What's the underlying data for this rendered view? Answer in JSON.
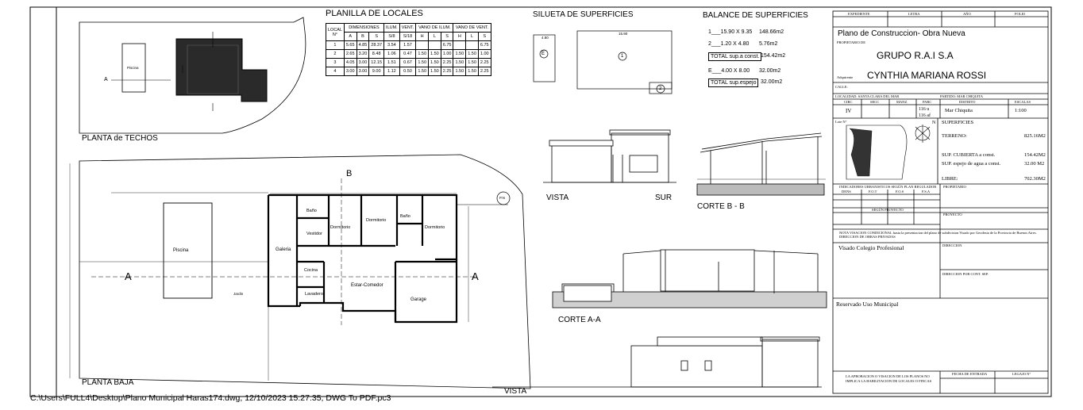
{
  "drawing": {
    "titles": {
      "planilla": "PLANILLA DE LOCALES",
      "silueta": "SILUETA DE SUPERFICIES",
      "balance": "BALANCE DE SUPERFICIES",
      "planta_techos": "PLANTA de TECHOS",
      "planta_baja": "PLANTA BAJA",
      "vista_sur_a": "VISTA",
      "vista_sur_b": "SUR",
      "corte_bb": "CORTE B - B",
      "corte_aa": "CORTE A-A",
      "vista": "VISTA"
    },
    "planilla": {
      "head1": [
        "LOCAL N°",
        "DIMENSIONES",
        "ILUM.",
        "VENT.",
        "VANO DE ILUM.",
        "VANO DE VENT."
      ],
      "head2": [
        "A",
        "B",
        "S",
        "S/8",
        "S/18",
        "H",
        "L",
        "S",
        "H",
        "L",
        "S"
      ],
      "rows": [
        [
          "1",
          "5.65",
          "4.85",
          "28.37",
          "3.54",
          "1.57",
          "",
          "",
          "6.75",
          "",
          "",
          "6.75"
        ],
        [
          "2",
          "2.65",
          "3.20",
          "8.48",
          "1.06",
          "0.47",
          "1.50",
          "1.50",
          "1.00",
          "1.50",
          "1.50",
          "1.00"
        ],
        [
          "3",
          "4.05",
          "3.00",
          "12.15",
          "1.51",
          "0.67",
          "1.50",
          "1.50",
          "2.25",
          "1.50",
          "1.50",
          "2.25"
        ],
        [
          "4",
          "3.00",
          "3.00",
          "9.00",
          "1.12",
          "0.50",
          "1.50",
          "1.50",
          "2.25",
          "1.50",
          "1.50",
          "2.25"
        ]
      ]
    },
    "silueta": {
      "e_label": "E",
      "dim_top": "15.90",
      "dim_small": "4.80",
      "marks": [
        "1",
        "2"
      ]
    },
    "balance": {
      "l1": "1___15.90 X 9.35",
      "v1": "148.66m2",
      "l2": "2___1.20 X 4.80",
      "v2": "5.76m2",
      "t1": "TOTAL  sup.a const.",
      "tv1": "154.42m2",
      "l3": "E___4.00 X 8.00",
      "v3": "32.00m2",
      "t2": "TOTAL  sup.espejo",
      "tv2": "32.00m2"
    },
    "rooms": {
      "piscina": "Piscina",
      "galeria": "Galeria",
      "vestidor": "Vestidor",
      "bano1": "Baño",
      "bano2": "Baño",
      "dorm1": "Dormitorio",
      "dorm2": "Dormitorio",
      "dorm3": "Dormitorio",
      "cocina": "Cocina",
      "estar": "Estar-Comedor",
      "garage": "Garage",
      "lavadero": "Lavadero",
      "jardin": "Jardin",
      "pn": "P.N",
      "piscina_techo": "Piscina"
    },
    "cut_marks": {
      "a": "A",
      "b": "B"
    },
    "footer_path": "C:\\Users\\FULL4\\Desktop\\Plano Municipal Haras174.dwg, 12/10/2023 15:27:35, DWG To PDF.pc3"
  },
  "title_block": {
    "headers": [
      "EXPEDIENTE",
      "LETRA",
      "AÑO",
      "FOLIO"
    ],
    "plan_type": "Plano de  Construccion- Obra Nueva",
    "propietario_label": "PROPIETARIO DE",
    "company": "GRUPO R.A.I S.A",
    "adquirente_label": "Adquirente",
    "person": "CYNTHIA MARIANA ROSSI",
    "calle_label": "CALLE:",
    "localidad": "LOCALIDAD: SANTA CLARA DEL MAR",
    "partido": "PARTIDO: MAR CHIQUITA",
    "cat_headers": [
      "CIRC",
      "SECC",
      "MANZ.",
      "PARC",
      "DISTRITO",
      "ESCALAS"
    ],
    "circ": "IV",
    "parc": "116 u\n116 af",
    "distrito": "Mar Chiquita",
    "escala": "1:100",
    "lote_label": "Lote N°",
    "superficies": "SUPERFICIES",
    "terreno_label": "TERRENO:",
    "terreno_val": "825.16M2",
    "cubierta_label": "SUP. CUBIERTA a const.",
    "cubierta_val": "154.42M2",
    "espejo_label": "SUP. espejo de agua a const.",
    "espejo_val": "32.00 M2",
    "libre_label": "LIBRE:",
    "libre_val": "702.30M2",
    "indicadores": "INDICADORES URBANISTICOS SEGÚN PLAN REGULADOR",
    "ind_cols": [
      "DENS",
      "F.O.T",
      "F.O.S",
      "F.S.A"
    ],
    "segun_proyecto": "SEGÚN PROYECTO",
    "propietario2": "PROPIETARIO",
    "proyecto": "PROYECTO",
    "nota": "NOTA VISACION CONDICIONAL hasta la presentacion del plano de subdivision Visado por Geodesia de la Provincia de Buenos Aires. DIRECCION DE OBRAS PRIVADAS",
    "visado": "Visado Colegio Profesional",
    "direccion": "DIRECCION",
    "direccion_sep": "DIRECCION POR CONT. SEP.",
    "reservado": "Reservado Uso Municipal",
    "aprob": "LA APROBACION O VISACION DE LOS PLANOS NO IMPLICA LA HABILITACION DE LOCALES O FINCAS",
    "fecha": "FECHA DE ENTRADA",
    "legajo": "LEGAJO N°",
    "north": "N"
  }
}
